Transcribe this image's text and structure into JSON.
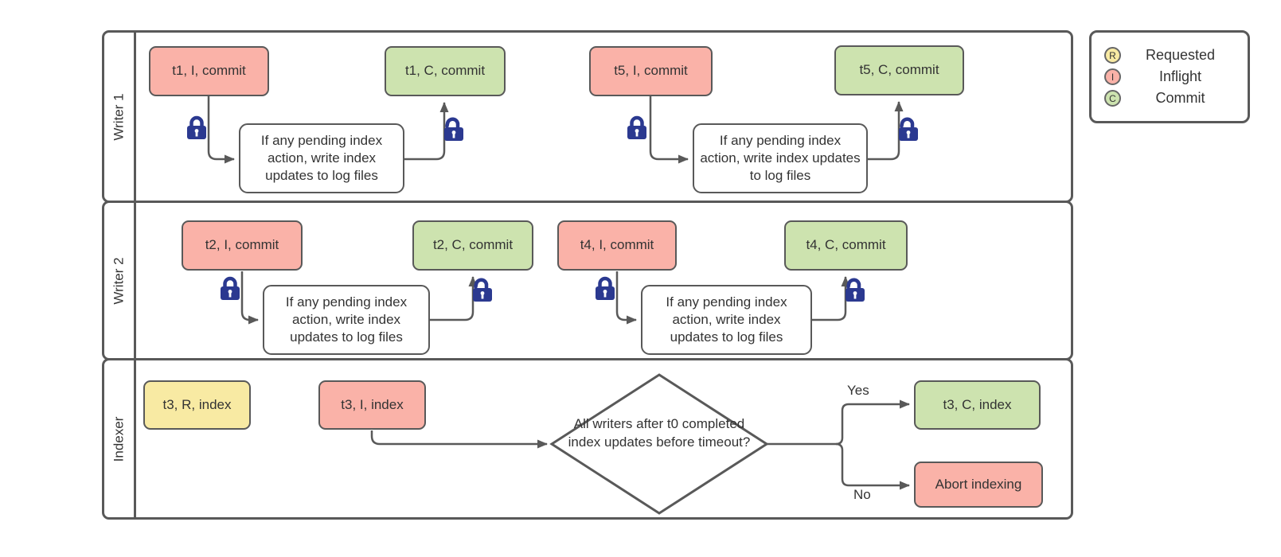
{
  "lanes": [
    {
      "label": "Writer 1"
    },
    {
      "label": "Writer 2"
    },
    {
      "label": "Indexer"
    }
  ],
  "legend": {
    "items": [
      {
        "symbol": "R",
        "label": "Requested",
        "color": "#f8eaa3"
      },
      {
        "symbol": "I",
        "label": "Inflight",
        "color": "#fab2a8"
      },
      {
        "symbol": "C",
        "label": "Commit",
        "color": "#cde3af"
      }
    ]
  },
  "shared": {
    "if_pending_label": "If any pending index action, write index updates to log files"
  },
  "nodes": {
    "t1_i": {
      "label": "t1, I, commit",
      "state": "inflight",
      "color": "#fab2a8"
    },
    "t1_c": {
      "label": "t1, C, commit",
      "state": "commit",
      "color": "#cde3af"
    },
    "t5_i": {
      "label": "t5, I, commit",
      "state": "inflight",
      "color": "#fab2a8"
    },
    "t5_c": {
      "label": "t5, C, commit",
      "state": "commit",
      "color": "#cde3af"
    },
    "t2_i": {
      "label": "t2, I, commit",
      "state": "inflight",
      "color": "#fab2a8"
    },
    "t2_c": {
      "label": "t2, C, commit",
      "state": "commit",
      "color": "#cde3af"
    },
    "t4_i": {
      "label": "t4, I, commit",
      "state": "inflight",
      "color": "#fab2a8"
    },
    "t4_c": {
      "label": "t4, C, commit",
      "state": "commit",
      "color": "#cde3af"
    },
    "t3_r": {
      "label": "t3, R, index",
      "state": "requested",
      "color": "#f8eaa3"
    },
    "t3_i": {
      "label": "t3, I, index",
      "state": "inflight",
      "color": "#fab2a8"
    },
    "t3_c": {
      "label": "t3, C, index",
      "state": "commit",
      "color": "#cde3af"
    },
    "abort": {
      "label": "Abort indexing",
      "state": "inflight",
      "color": "#fab2a8"
    }
  },
  "decision": {
    "label": "All writers after t0 completed index updates before timeout?",
    "yes_label": "Yes",
    "no_label": "No"
  },
  "colors": {
    "line": "#595959",
    "lock": "#2b3990",
    "text": "#333333"
  }
}
